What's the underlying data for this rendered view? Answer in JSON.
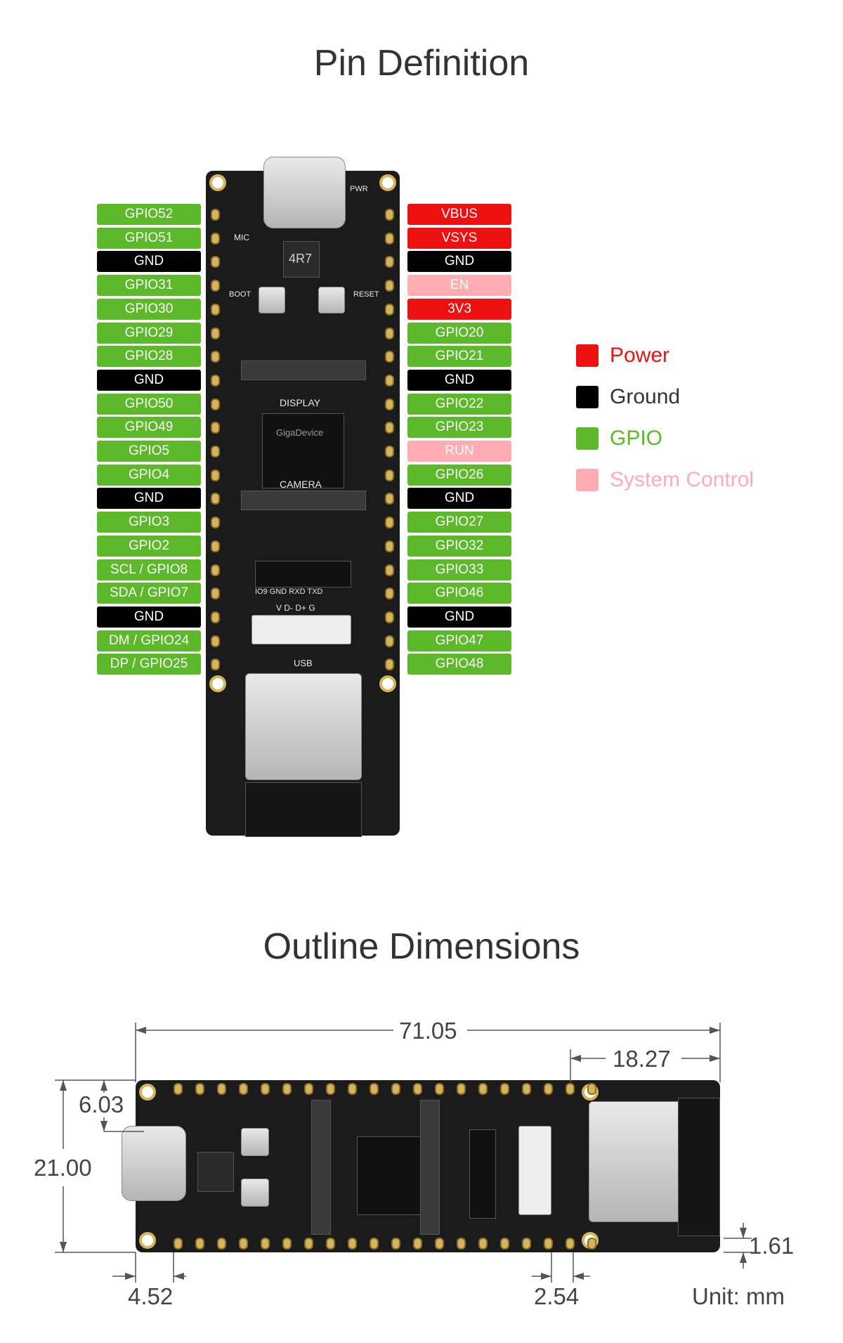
{
  "titles": {
    "pin_definition": "Pin Definition",
    "outline_dimensions": "Outline Dimensions"
  },
  "colors": {
    "power": "#ee1111",
    "ground": "#000000",
    "gpio": "#5cb92a",
    "system_control": "#ffadb3"
  },
  "left_pins": [
    {
      "label": "GPIO52",
      "type": "gpio"
    },
    {
      "label": "GPIO51",
      "type": "gpio"
    },
    {
      "label": "GND",
      "type": "ground"
    },
    {
      "label": "GPIO31",
      "type": "gpio"
    },
    {
      "label": "GPIO30",
      "type": "gpio"
    },
    {
      "label": "GPIO29",
      "type": "gpio"
    },
    {
      "label": "GPIO28",
      "type": "gpio"
    },
    {
      "label": "GND",
      "type": "ground"
    },
    {
      "label": "GPIO50",
      "type": "gpio"
    },
    {
      "label": "GPIO49",
      "type": "gpio"
    },
    {
      "label": "GPIO5",
      "type": "gpio"
    },
    {
      "label": "GPIO4",
      "type": "gpio"
    },
    {
      "label": "GND",
      "type": "ground"
    },
    {
      "label": "GPIO3",
      "type": "gpio"
    },
    {
      "label": "GPIO2",
      "type": "gpio"
    },
    {
      "label": "SCL / GPIO8",
      "type": "gpio"
    },
    {
      "label": "SDA / GPIO7",
      "type": "gpio"
    },
    {
      "label": "GND",
      "type": "ground"
    },
    {
      "label": "DM / GPIO24",
      "type": "gpio"
    },
    {
      "label": "DP / GPIO25",
      "type": "gpio"
    }
  ],
  "right_pins": [
    {
      "label": "VBUS",
      "type": "power"
    },
    {
      "label": "VSYS",
      "type": "power"
    },
    {
      "label": "GND",
      "type": "ground"
    },
    {
      "label": "EN",
      "type": "system_control"
    },
    {
      "label": "3V3",
      "type": "power"
    },
    {
      "label": "GPIO20",
      "type": "gpio"
    },
    {
      "label": "GPIO21",
      "type": "gpio"
    },
    {
      "label": "GND",
      "type": "ground"
    },
    {
      "label": "GPIO22",
      "type": "gpio"
    },
    {
      "label": "GPIO23",
      "type": "gpio"
    },
    {
      "label": "RUN",
      "type": "system_control"
    },
    {
      "label": "GPIO26",
      "type": "gpio"
    },
    {
      "label": "GND",
      "type": "ground"
    },
    {
      "label": "GPIO27",
      "type": "gpio"
    },
    {
      "label": "GPIO32",
      "type": "gpio"
    },
    {
      "label": "GPIO33",
      "type": "gpio"
    },
    {
      "label": "GPIO46",
      "type": "gpio"
    },
    {
      "label": "GND",
      "type": "ground"
    },
    {
      "label": "GPIO47",
      "type": "gpio"
    },
    {
      "label": "GPIO48",
      "type": "gpio"
    }
  ],
  "legend": [
    {
      "label": "Power",
      "type": "power"
    },
    {
      "label": "Ground",
      "type": "ground"
    },
    {
      "label": "GPIO",
      "type": "gpio"
    },
    {
      "label": "System Control",
      "type": "system_control"
    }
  ],
  "board_markings": {
    "display": "DISPLAY",
    "camera": "CAMERA",
    "usb": "USB",
    "mic": "MIC",
    "boot": "BOOT",
    "reset": "RESET",
    "pwr": "PWR",
    "inductor": "4R7",
    "chip_brand": "GigaDevice",
    "uart_pins": "IO9  GND  RXD  TXD",
    "usb_pins": "V D- D+ G"
  },
  "dimensions": {
    "length": "71.05",
    "module_length": "18.27",
    "usb_offset": "6.03",
    "width": "21.00",
    "edge_to_pin": "4.52",
    "pin_pitch": "2.54",
    "pin_inset": "1.61",
    "unit": "Unit: mm"
  }
}
